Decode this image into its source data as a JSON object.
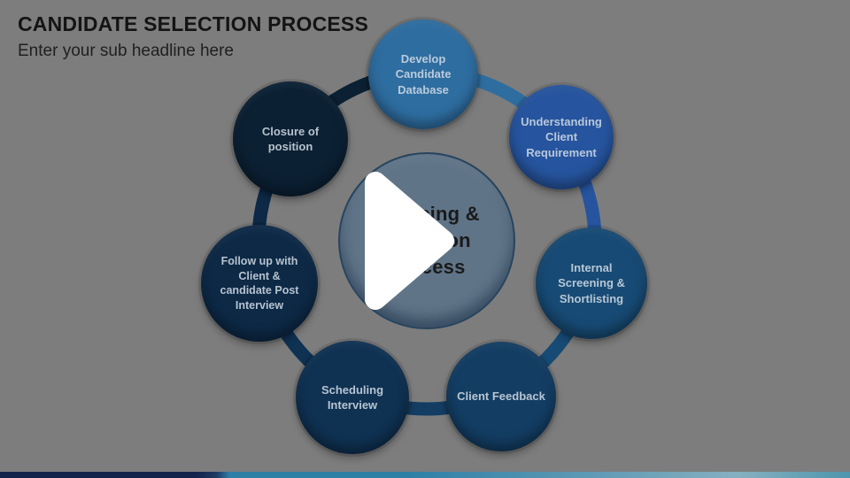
{
  "header": {
    "title": "CANDIDATE SELECTION PROCESS",
    "subtitle": "Enter your sub headline here"
  },
  "player": {
    "state": "paused",
    "play_icon": "play-triangle",
    "overlay_color": "#7d7d7d",
    "play_color": "#ffffff"
  },
  "diagram": {
    "center": {
      "label_lines": [
        "Sourcing &",
        "Selection",
        "Process"
      ],
      "fill": "#5f7487",
      "border": "#27445f",
      "text_color": "#1a1a1a"
    },
    "steps": [
      {
        "label": "Develop Candidate Database",
        "color": "#2e6da0"
      },
      {
        "label": "Understanding Client Requirement",
        "color": "#26549e"
      },
      {
        "label": "Internal Screening & Shortlisting",
        "color": "#174a74"
      },
      {
        "label": "Client Feedback",
        "color": "#133d63"
      },
      {
        "label": "Scheduling Interview",
        "color": "#0f3152"
      },
      {
        "label": "Follow up with Client & candidate Post Interview",
        "color": "#0d2946"
      },
      {
        "label": "Closure of position",
        "color": "#0b2033"
      }
    ]
  },
  "footer": {
    "navy": "#13224a",
    "navy_light": "#1d3a61",
    "teal": "#2e7fa6",
    "teal_light": "#86afc0",
    "teal_end": "#4e95ad"
  }
}
